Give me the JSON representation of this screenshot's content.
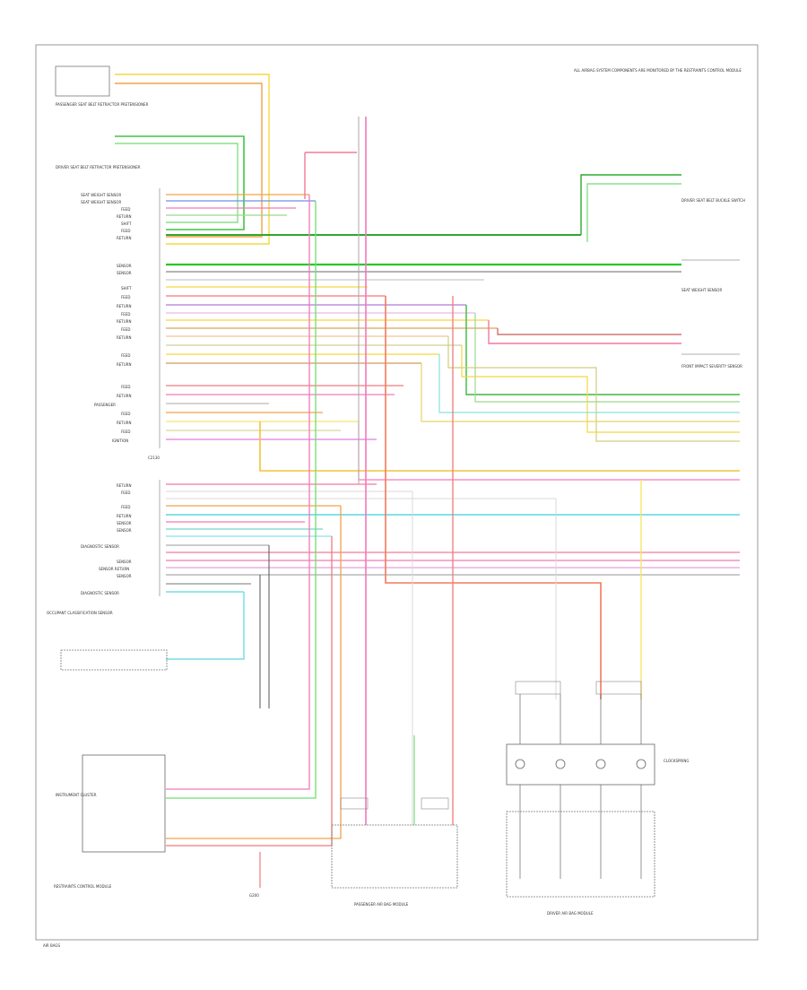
{
  "diagram": {
    "page_label": "AIR BAGS",
    "module_labels": {
      "left_wire_labels": [
        "SEAT WEIGHT SENSOR",
        "SEAT WEIGHT SENSOR",
        "FEED",
        "RETURN",
        "SHIFT",
        "FEED",
        "RETURN",
        "SENSOR",
        "SENSOR",
        "SHIFT",
        "FEED",
        "RETURN",
        "FEED",
        "RETURN",
        "FEED",
        "RETURN",
        "FEED",
        "RETURN",
        "FEED",
        "RETURN",
        "PASSENGER",
        "FEED",
        "RETURN",
        "FEED",
        "IGNITION"
      ],
      "lower_wire_labels": [
        "RETURN",
        "FEED",
        "FEED",
        "RETURN",
        "SENSOR",
        "SENSOR",
        "DIAGNOSTIC SENSOR",
        "SENSOR",
        "SENSOR RETURN",
        "SENSOR",
        "DIAGNOSTIC SENSOR"
      ],
      "connector_code": "C2130"
    },
    "components": {
      "passenger_seat_belt": "PASSENGER SEAT BELT RETRACTOR PRETENSIONER",
      "driver_seat_belt": "DRIVER SEAT BELT RETRACTOR PRETENSIONER",
      "right_top_note": "ALL AIRBAG SYSTEM COMPONENTS ARE MONITORED BY THE RESTRAINTS CONTROL MODULE",
      "driver_belt_right": "DRIVER SEAT BELT BUCKLE SWITCH",
      "seat_weight_sensor": "SEAT WEIGHT SENSOR",
      "front_impact": "FRONT IMPACT SEVERITY SENSOR",
      "passenger_module": "PASSENGER AIR BAG MODULE",
      "driver_module": "DRIVER AIR BAG MODULE",
      "clockspring": "CLOCKSPRING",
      "restraints_module": "RESTRAINTS CONTROL MODULE",
      "occupant_class": "OCCUPANT CLASSIFICATION SENSOR",
      "instrument_cluster": "INSTRUMENT CLUSTER",
      "ground": "G200"
    }
  }
}
